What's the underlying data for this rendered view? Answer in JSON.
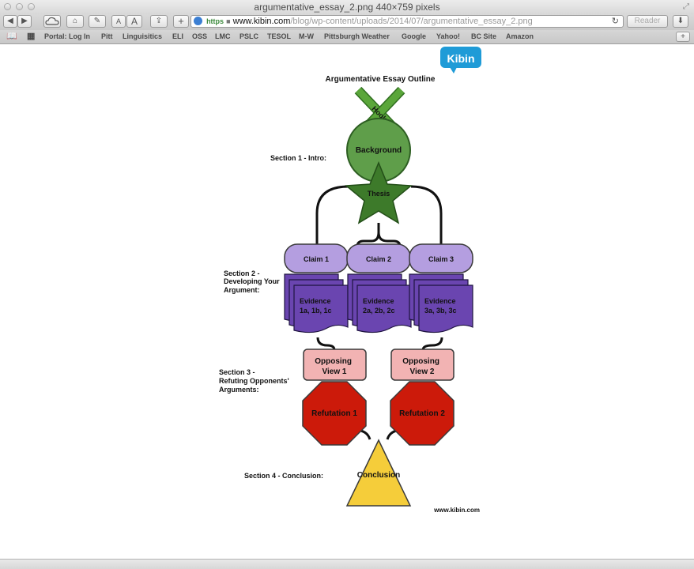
{
  "window": {
    "title": "argumentative_essay_2.png 440×759 pixels"
  },
  "toolbar": {
    "back_icon": "back-arrow-icon",
    "forward_icon": "forward-arrow-icon",
    "font_small": "A",
    "font_large": "A",
    "new_tab": "+",
    "https_label": "https",
    "url_host": "www.kibin.com",
    "url_path": "/blog/wp-content/uploads/2014/07/argumentative_essay_2.png",
    "reader_label": "Reader"
  },
  "bookmarks": [
    "Portal: Log In",
    "Pitt",
    "Linguisitics",
    "ELI",
    "OSS",
    "LMC",
    "PSLC",
    "TESOL",
    "M-W",
    "Pittsburgh Weather",
    "Google",
    "Yahoo!",
    "BC Site",
    "Amazon"
  ],
  "diagram": {
    "logo": "Kibin",
    "title": "Argumentative Essay Outline",
    "hook": "Hook",
    "background": "Background",
    "thesis": "Thesis",
    "sections": {
      "s1": "Section 1 - Intro:",
      "s2": [
        "Section 2 -",
        "Developing Your",
        "Argument:"
      ],
      "s3": [
        "Section 3 -",
        "Refuting Opponents'",
        "Arguments:"
      ],
      "s4": "Section 4 - Conclusion:"
    },
    "claims": [
      "Claim 1",
      "Claim 2",
      "Claim 3"
    ],
    "evidence": [
      [
        "Evidence",
        "1a, 1b, 1c"
      ],
      [
        "Evidence",
        "2a, 2b, 2c"
      ],
      [
        "Evidence",
        "3a, 3b, 3c"
      ]
    ],
    "opposing": [
      [
        "Opposing",
        "View 1"
      ],
      [
        "Opposing",
        "View 2"
      ]
    ],
    "refutations": [
      "Refutation 1",
      "Refutation 2"
    ],
    "conclusion": "Conclusion",
    "footer": "www.kibin.com"
  },
  "colors": {
    "hook": "#5aa63a",
    "background": "#5f9e4a",
    "thesis": "#3d7a2a",
    "claim": "#b49ee0",
    "evidence": "#6a45b0",
    "opposing": "#f2b3b3",
    "refutation": "#cc1a0a",
    "conclusion": "#f5cd3a",
    "kibin": "#1f9bd7"
  }
}
